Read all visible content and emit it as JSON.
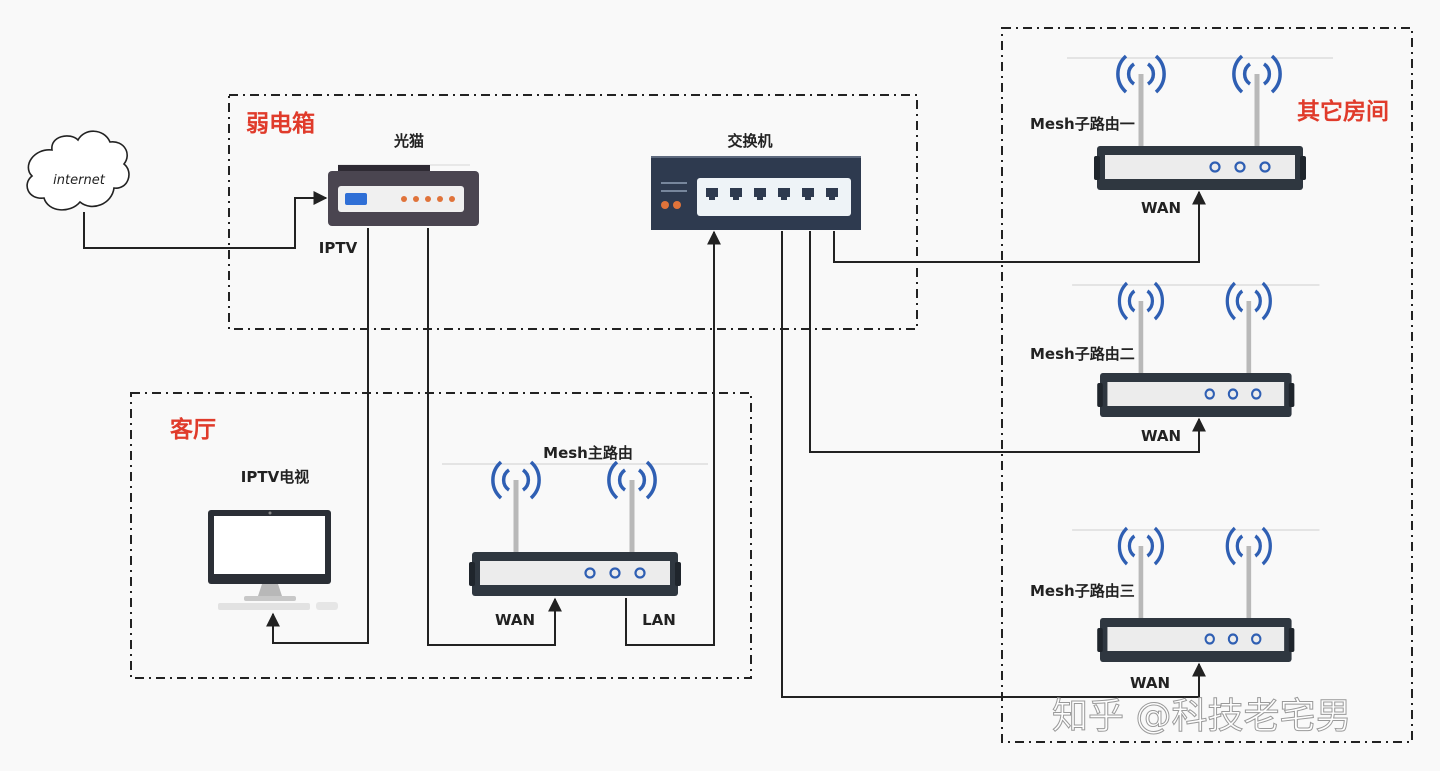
{
  "zones": {
    "weak_box": "弱电箱",
    "living_room": "客厅",
    "other_rooms": "其它房间"
  },
  "cloud": {
    "label": "internet"
  },
  "devices": {
    "modem": "光猫",
    "switch": "交换机",
    "tv": "IPTV电视",
    "main_router": "Mesh主路由",
    "sub_router_1": "Mesh子路由一",
    "sub_router_2": "Mesh子路由二",
    "sub_router_3": "Mesh子路由三"
  },
  "ports": {
    "modem_iptv": "IPTV",
    "main_wan": "WAN",
    "main_lan": "LAN",
    "sub1_wan": "WAN",
    "sub2_wan": "WAN",
    "sub3_wan": "WAN"
  },
  "watermark": "知乎 @科技老宅男",
  "colors": {
    "zone_title": "#e03b2b",
    "wifi_signal": "#2f5fb3",
    "modem_body": "#4a4550",
    "switch_body": "#2e3a4f",
    "led_orange": "#e0733a",
    "router_led": "#2f5fb3"
  }
}
